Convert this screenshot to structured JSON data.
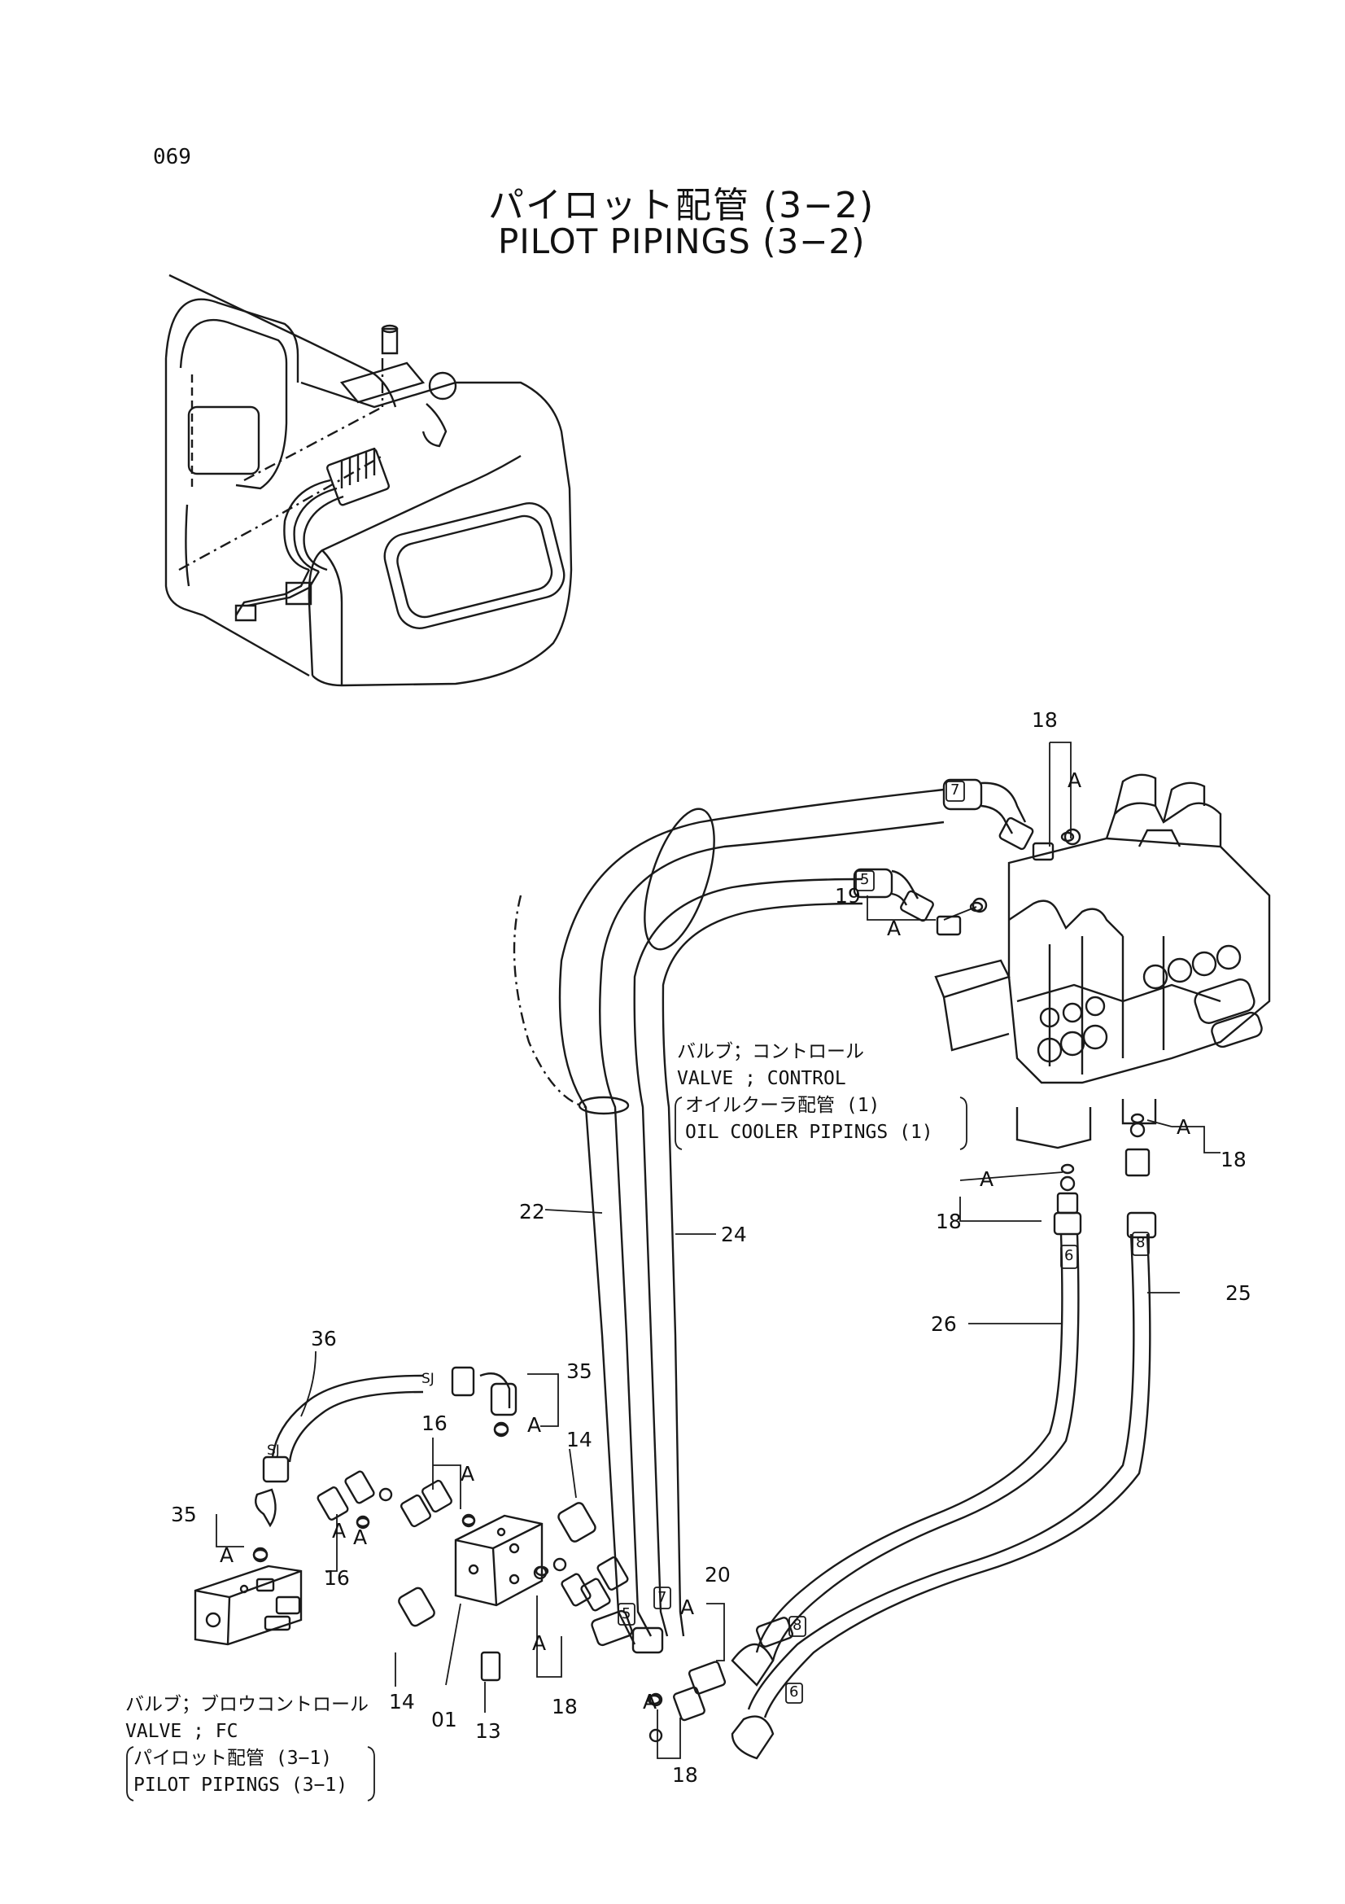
{
  "header": {
    "page_number": "069",
    "title_jp": "パイロット配管 (3−2)",
    "title_en": "PILOT PIPINGS (3−2)"
  },
  "notes": {
    "control_valve": [
      "バルブ；コントロール",
      "VALVE ; CONTROL",
      "オイルクーラ配管 (1)",
      "OIL COOLER PIPINGS (1)"
    ],
    "fc_valve": [
      "バルブ；ブロウコントロール",
      "VALVE ; FC",
      "パイロット配管 (3−1)",
      "PILOT PIPINGS (3−1)"
    ]
  },
  "part_labels": {
    "p18a": "18",
    "p19": "19",
    "p18b": "18",
    "p18c": "18",
    "p22": "22",
    "p24": "24",
    "p26": "26",
    "p25": "25",
    "p36": "36",
    "p35a": "35",
    "p16a": "16",
    "p14a": "14",
    "p35b": "35",
    "p16b": "16",
    "p20": "20",
    "p14b": "14",
    "p01": "01",
    "p13": "13",
    "p18d": "18",
    "p18e": "18"
  },
  "mark_labels": {
    "a1": "A",
    "a2": "A",
    "a3": "A",
    "a4": "A",
    "a5": "A",
    "a6": "A",
    "a7": "A",
    "a8": "A",
    "a9": "A",
    "a10": "A",
    "a11": "A",
    "a12": "A"
  },
  "hose_tags": {
    "h7": "7",
    "h5": "5",
    "h6": "6",
    "h8": "8",
    "h5b": "5",
    "h7b": "7",
    "h8b": "8",
    "h6b": "6",
    "sj1": "SJ",
    "sj2": "SJ"
  }
}
